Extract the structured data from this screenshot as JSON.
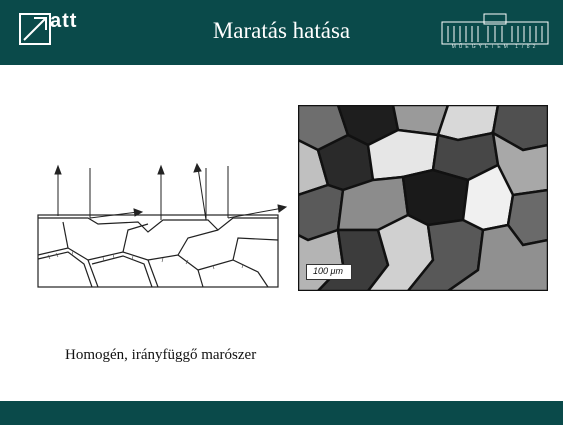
{
  "header": {
    "logo_text": "att",
    "title": "Maratás hatása",
    "crest_text": "MŰEGYETEM 1782"
  },
  "figure": {
    "scale_label": "100 μm"
  },
  "caption": "Homogén, irányfüggő marószer",
  "colors": {
    "header_bg": "#0a4a4a",
    "footer_bg": "#0a4a4a",
    "text": "#111111"
  },
  "icons": {
    "logo": "att-logo-icon",
    "crest": "university-crest-icon"
  }
}
